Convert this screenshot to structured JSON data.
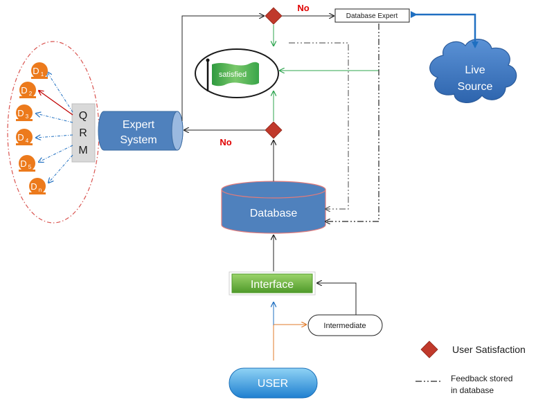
{
  "colors": {
    "node_orange": "#ec7a1c",
    "cylinder_blue": "#4f81bd",
    "decision_red": "#c0392b",
    "green_arrow": "#2ca44e",
    "orange_arrow": "#e07b2a",
    "blue_link": "#1f6fc1",
    "red_link": "#c00000",
    "qrm_gray": "#d9d9d9",
    "cloud_blue": "#3a78c2",
    "flag_green": "#3aa54a",
    "user_button": "#2f8fd6"
  },
  "qrm": {
    "letters": [
      "Q",
      "R",
      "M"
    ]
  },
  "docs": [
    {
      "label": "D",
      "sub": "1"
    },
    {
      "label": "D",
      "sub": "2"
    },
    {
      "label": "D",
      "sub": "3"
    },
    {
      "label": "D",
      "sub": "4"
    },
    {
      "label": "D",
      "sub": "5"
    },
    {
      "label": "D",
      "sub": "n"
    }
  ],
  "expert_system": {
    "line1": "Expert",
    "line2": "System"
  },
  "decision_no_top": "No",
  "decision_no_mid": "No",
  "database_expert": "Database Expert",
  "live_source": {
    "line1": "Live",
    "line2": "Source"
  },
  "satisfied": "satisfied",
  "database": "Database",
  "interface": "Interface",
  "intermediate": "Intermediate",
  "user": "USER",
  "legend": {
    "user_satisfaction": "User Satisfaction",
    "feedback_line1": "Feedback stored",
    "feedback_line2": "in database"
  }
}
